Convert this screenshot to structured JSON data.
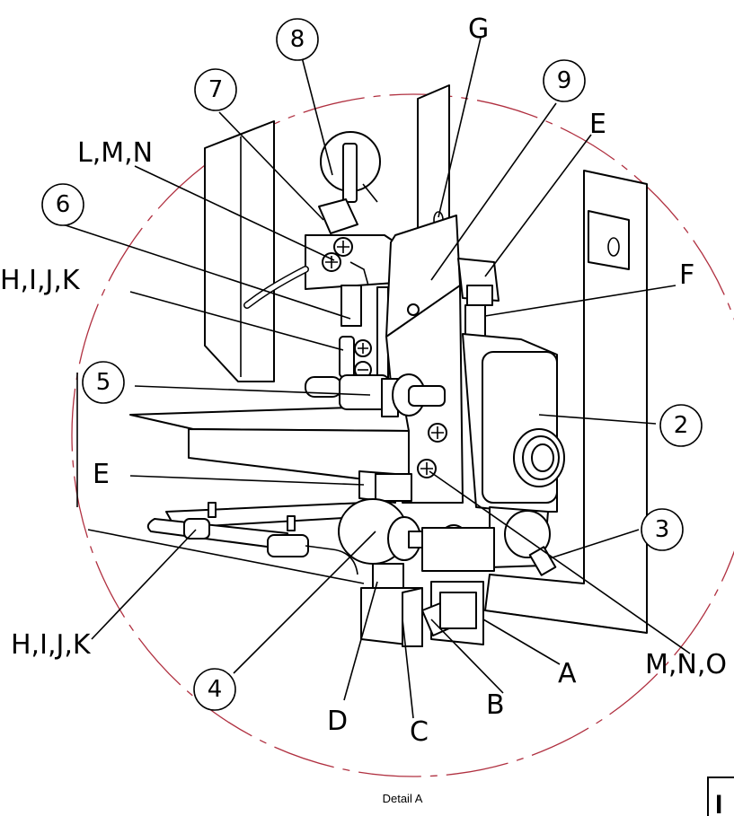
{
  "diagram": {
    "caption": "Detail A",
    "frame_letter": "I",
    "boundary_color": "#b03040",
    "callouts": [
      "8",
      "7",
      "9",
      "6",
      "5",
      "2",
      "3",
      "4"
    ],
    "labels": {
      "G": "G",
      "L_M_N": "L,M,N",
      "E_top": "E",
      "F": "F",
      "H_I_J_K_top": "H,I,J,K",
      "E_left": "E",
      "H_I_J_K_bottom": "H,I,J,K",
      "A": "A",
      "B": "B",
      "C": "C",
      "D": "D",
      "M_N_O": "M,N,O"
    }
  }
}
